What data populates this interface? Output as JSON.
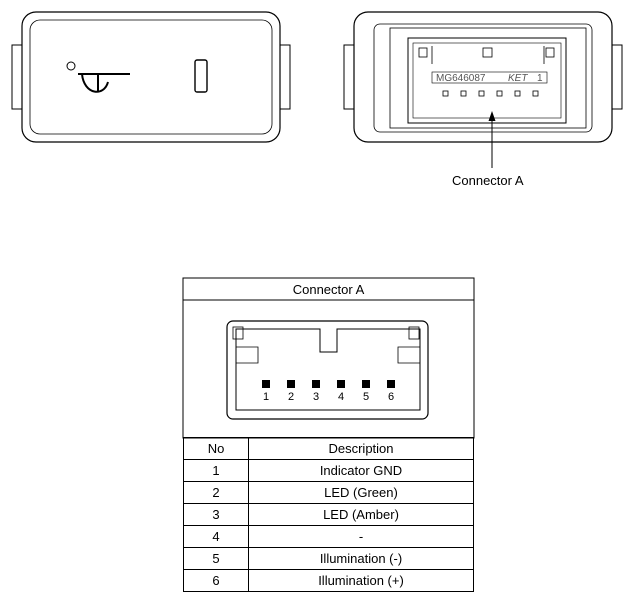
{
  "callout": {
    "label": "Connector A"
  },
  "switch_face": {
    "part_number": "MG646087",
    "maker": "KET",
    "pin1_mark": "1"
  },
  "detail": {
    "title": "Connector A",
    "pins": [
      "1",
      "2",
      "3",
      "4",
      "5",
      "6"
    ]
  },
  "table": {
    "headers": {
      "no": "No",
      "description": "Description"
    },
    "rows": [
      {
        "no": "1",
        "description": "Indicator GND"
      },
      {
        "no": "2",
        "description": "LED (Green)"
      },
      {
        "no": "3",
        "description": "LED (Amber)"
      },
      {
        "no": "4",
        "description": "-"
      },
      {
        "no": "5",
        "description": "Illumination (-)"
      },
      {
        "no": "6",
        "description": "Illumination (+)"
      }
    ]
  }
}
